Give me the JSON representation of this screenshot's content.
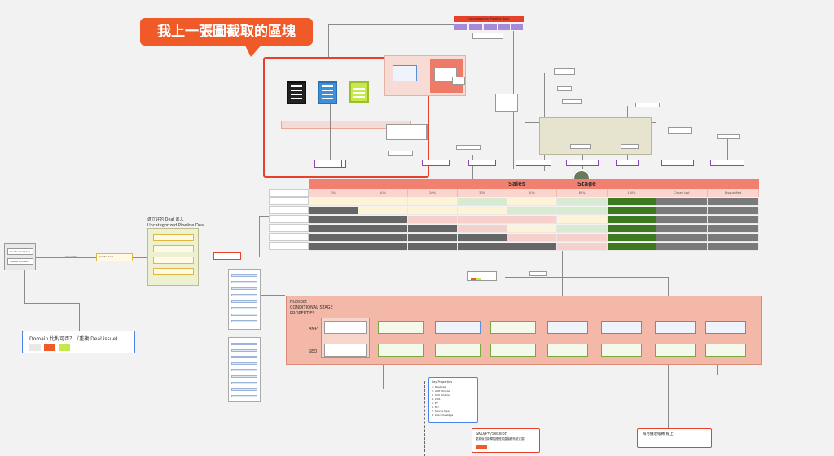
{
  "callout": {
    "text": "我上一張圖截取的區塊"
  },
  "pipeline_header": {
    "title": "Uncategorized Pipeline Deal"
  },
  "sales_stage": {
    "title_left": "Sales",
    "title_right": "Stage",
    "columns": [
      "0%",
      "10%",
      "20%",
      "30%",
      "50%",
      "80%",
      "100%",
      "Closed lost",
      "Disqualified"
    ]
  },
  "deal_section": {
    "title_line1": "建立好的 Deal 進入",
    "title_line2": "Uncategorized Pipeline Deal"
  },
  "left_nodes": {
    "create_company": "Create Company",
    "create_contact": "Create Contact",
    "associate": "Associate",
    "create_deal": "Create Deal"
  },
  "hubspot": {
    "line1": "Hubspot",
    "line2": "CONDITIONAL STAGE",
    "line3": "PROPERTIES",
    "row_amp": "AMP",
    "row_seo": "SEO"
  },
  "key_properties": {
    "title": "Key Properties",
    "items": [
      "1. Dealtype",
      "2. AMP Module",
      "3. SEO Module",
      "4. CMS",
      "5. PV",
      "6. MU",
      "7. Source type",
      "8. Lifecycle stage"
    ]
  },
  "bottom_notes": {
    "sku": "SKU/PV/Session",
    "sku_sub": "更新後週新釋圖經經運直接轉系統定價",
    "monthly": "每月攤收帳轉(線上)"
  },
  "legend": {
    "title": "Domain 比對可否？（重複 Deal issue)",
    "colors": [
      "#e8e8e8",
      "#f05a28",
      "#c6e84a"
    ]
  },
  "colors": {
    "accent": "#f05a28",
    "table_header": "#f08070",
    "green": "#3d7a1f",
    "gray": "#7a7a7a"
  }
}
